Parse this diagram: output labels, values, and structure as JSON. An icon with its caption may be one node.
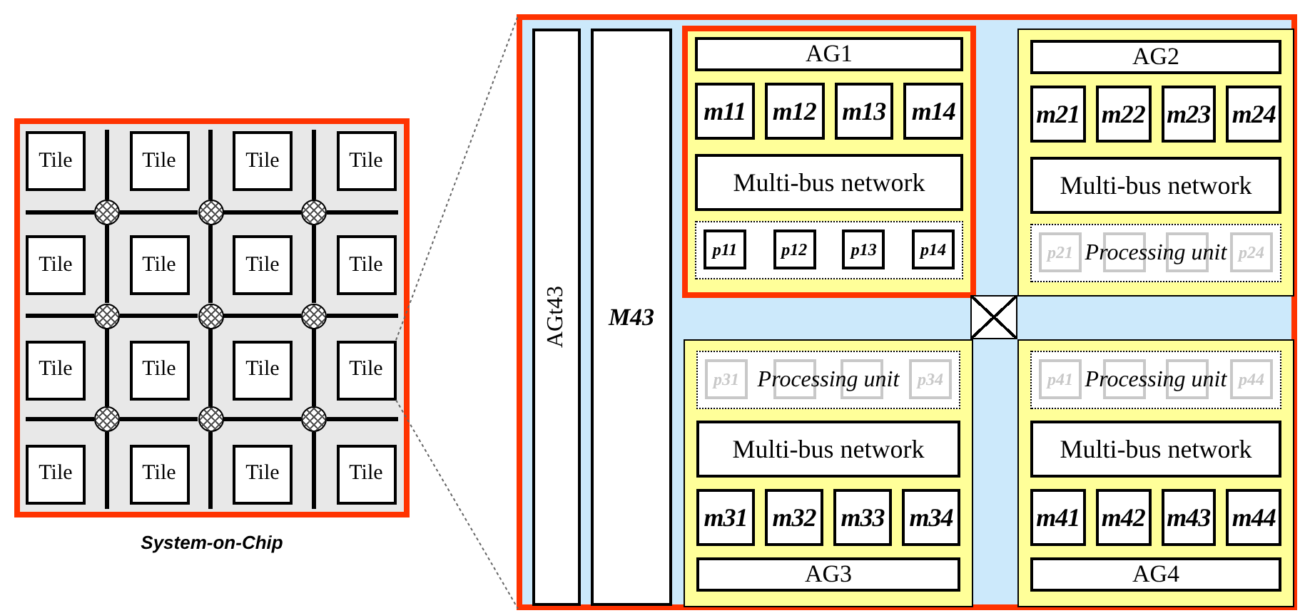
{
  "diagram": {
    "nodes": [
      {
        "text": [],
        "shape": "box",
        "beside": [
          "System-on-Chip"
        ]
      },
      {
        "text": [
          "Tile"
        ],
        "in": 0
      },
      {
        "text": [
          "Tile"
        ],
        "in": 0
      },
      {
        "text": [
          "Tile"
        ],
        "in": 0
      },
      {
        "text": [
          "Tile"
        ],
        "in": 0
      },
      {
        "text": [
          "Tile"
        ],
        "in": 0
      },
      {
        "text": [
          "Tile"
        ],
        "in": 0
      },
      {
        "text": [
          "Tile"
        ],
        "in": 0
      },
      {
        "text": [
          "Tile"
        ],
        "in": 0
      },
      {
        "text": [
          "Tile"
        ],
        "in": 0
      },
      {
        "text": [
          "Tile"
        ],
        "in": 0
      },
      {
        "text": [
          "Tile"
        ],
        "in": 0
      },
      {
        "text": [
          "Tile"
        ],
        "in": 0
      },
      {
        "text": [
          "Tile"
        ],
        "in": 0
      },
      {
        "text": [
          "Tile"
        ],
        "in": 0
      },
      {
        "text": [
          "Tile"
        ],
        "in": 0
      },
      {
        "text": [
          "Tile"
        ],
        "in": 0
      },
      {
        "text": [],
        "shape": "circle",
        "in": 0
      },
      {
        "text": [],
        "shape": "circle",
        "in": 0
      },
      {
        "text": [],
        "shape": "circle",
        "in": 0
      },
      {
        "text": [],
        "shape": "circle",
        "in": 0
      },
      {
        "text": [],
        "shape": "circle",
        "in": 0
      },
      {
        "text": [],
        "shape": "circle",
        "in": 0
      },
      {
        "text": [],
        "shape": "circle",
        "in": 0
      },
      {
        "text": [],
        "shape": "circle",
        "in": 0
      },
      {
        "text": [],
        "shape": "circle",
        "in": 0
      },
      {
        "text": [],
        "shape": "box"
      },
      {
        "text": [
          "AGt43"
        ],
        "in": 26
      },
      {
        "text": [
          "M43"
        ],
        "in": 26
      },
      {
        "text": [],
        "shape": "box",
        "in": 26
      },
      {
        "text": [
          "AG1"
        ],
        "in": 29
      },
      {
        "text": [
          "m11"
        ],
        "in": 29
      },
      {
        "text": [
          "m12"
        ],
        "in": 29
      },
      {
        "text": [
          "m13"
        ],
        "in": 29
      },
      {
        "text": [
          "m14"
        ],
        "in": 29
      },
      {
        "text": [
          "Multi-bus network"
        ],
        "in": 29
      },
      {
        "text": [],
        "shape": "box",
        "in": 29
      },
      {
        "text": [
          "p11"
        ],
        "in": 36
      },
      {
        "text": [
          "p12"
        ],
        "in": 36
      },
      {
        "text": [
          "p13"
        ],
        "in": 36
      },
      {
        "text": [
          "p14"
        ],
        "in": 36
      },
      {
        "text": [],
        "shape": "box",
        "in": 26
      },
      {
        "text": [
          "AG2"
        ],
        "in": 41
      },
      {
        "text": [
          "m21"
        ],
        "in": 41
      },
      {
        "text": [
          "m22"
        ],
        "in": 41
      },
      {
        "text": [
          "m23"
        ],
        "in": 41
      },
      {
        "text": [
          "m24"
        ],
        "in": 41
      },
      {
        "text": [
          "Multi-bus network"
        ],
        "in": 41
      },
      {
        "text": [
          "Processing unit"
        ],
        "in": 41
      },
      {
        "text": [
          "p21"
        ],
        "in": 48
      },
      {
        "text": [],
        "shape": "box",
        "in": 48
      },
      {
        "text": [],
        "shape": "box",
        "in": 48
      },
      {
        "text": [
          "p24"
        ],
        "in": 48
      },
      {
        "text": [],
        "shape": "box",
        "in": 26
      },
      {
        "text": [],
        "shape": "box",
        "in": 26
      },
      {
        "text": [
          "Processing unit"
        ],
        "in": 54
      },
      {
        "text": [
          "p31"
        ],
        "in": 55
      },
      {
        "text": [],
        "shape": "box",
        "in": 55
      },
      {
        "text": [],
        "shape": "box",
        "in": 55
      },
      {
        "text": [
          "p34"
        ],
        "in": 55
      },
      {
        "text": [
          "Multi-bus network"
        ],
        "in": 54
      },
      {
        "text": [
          "m31"
        ],
        "in": 54
      },
      {
        "text": [
          "m32"
        ],
        "in": 54
      },
      {
        "text": [
          "m33"
        ],
        "in": 54
      },
      {
        "text": [
          "m34"
        ],
        "in": 54
      },
      {
        "text": [
          "AG3"
        ],
        "in": 54
      },
      {
        "text": [],
        "shape": "box",
        "in": 26
      },
      {
        "text": [
          "Processing unit"
        ],
        "in": 66
      },
      {
        "text": [
          "p41"
        ],
        "in": 67
      },
      {
        "text": [],
        "shape": "box",
        "in": 67
      },
      {
        "text": [],
        "shape": "box",
        "in": 67
      },
      {
        "text": [
          "p44"
        ],
        "in": 67
      },
      {
        "text": [
          "Multi-bus network"
        ],
        "in": 66
      },
      {
        "text": [
          "m41"
        ],
        "in": 66
      },
      {
        "text": [
          "m42"
        ],
        "in": 66
      },
      {
        "text": [
          "m43"
        ],
        "in": 66
      },
      {
        "text": [
          "m44"
        ],
        "in": 66
      },
      {
        "text": [
          "AG4"
        ],
        "in": 66
      }
    ],
    "edges": [
      {
        "from": 17,
        "to": 18,
        "arrow": "none"
      },
      {
        "from": 18,
        "to": 19,
        "arrow": "none"
      },
      {
        "from": 20,
        "to": 21,
        "arrow": "none"
      },
      {
        "from": 21,
        "to": 22,
        "arrow": "none"
      },
      {
        "from": 23,
        "to": 24,
        "arrow": "none"
      },
      {
        "from": 24,
        "to": 25,
        "arrow": "none"
      },
      {
        "from": 17,
        "to": 20,
        "arrow": "none"
      },
      {
        "from": 20,
        "to": 23,
        "arrow": "none"
      },
      {
        "from": 18,
        "to": 21,
        "arrow": "none"
      },
      {
        "from": 21,
        "to": 24,
        "arrow": "none"
      },
      {
        "from": 19,
        "to": 22,
        "arrow": "none"
      },
      {
        "from": 22,
        "to": 25,
        "arrow": "none"
      },
      {
        "from": 12,
        "to": 26,
        "arrow": "none",
        "style": "dashed",
        "color": "#666666"
      },
      {
        "from": 12,
        "to": 26,
        "arrow": "none",
        "style": "dashed",
        "color": "#666666"
      }
    ]
  }
}
